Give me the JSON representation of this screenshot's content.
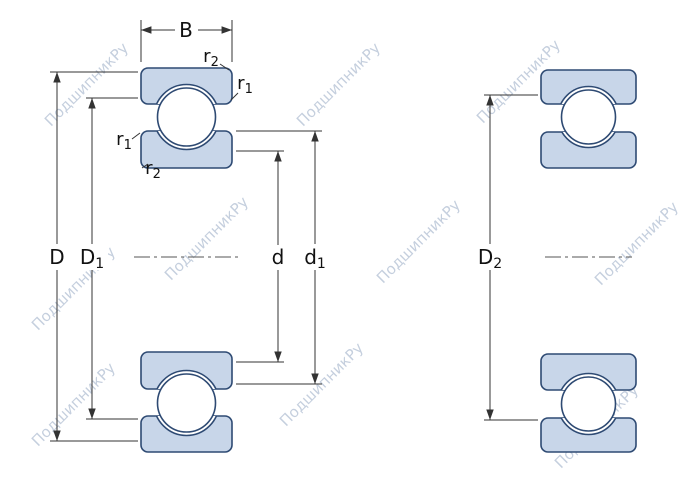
{
  "watermark": {
    "text": "ПодшипникРу"
  },
  "dimensions": {
    "B": "B",
    "D": "D",
    "D1": {
      "main": "D",
      "sub": "1"
    },
    "d": "d",
    "d1": {
      "main": "d",
      "sub": "1"
    },
    "D2": {
      "main": "D",
      "sub": "2"
    },
    "r1": {
      "main": "r",
      "sub": "1"
    },
    "r2": {
      "main": "r",
      "sub": "2"
    }
  },
  "colors": {
    "ring_fill": "#c8d6e9",
    "ring_outline": "#2e4a73",
    "dimension_line": "#333333",
    "label_text": "#111111",
    "watermark": "#b7c4d6",
    "background": "#ffffff"
  }
}
